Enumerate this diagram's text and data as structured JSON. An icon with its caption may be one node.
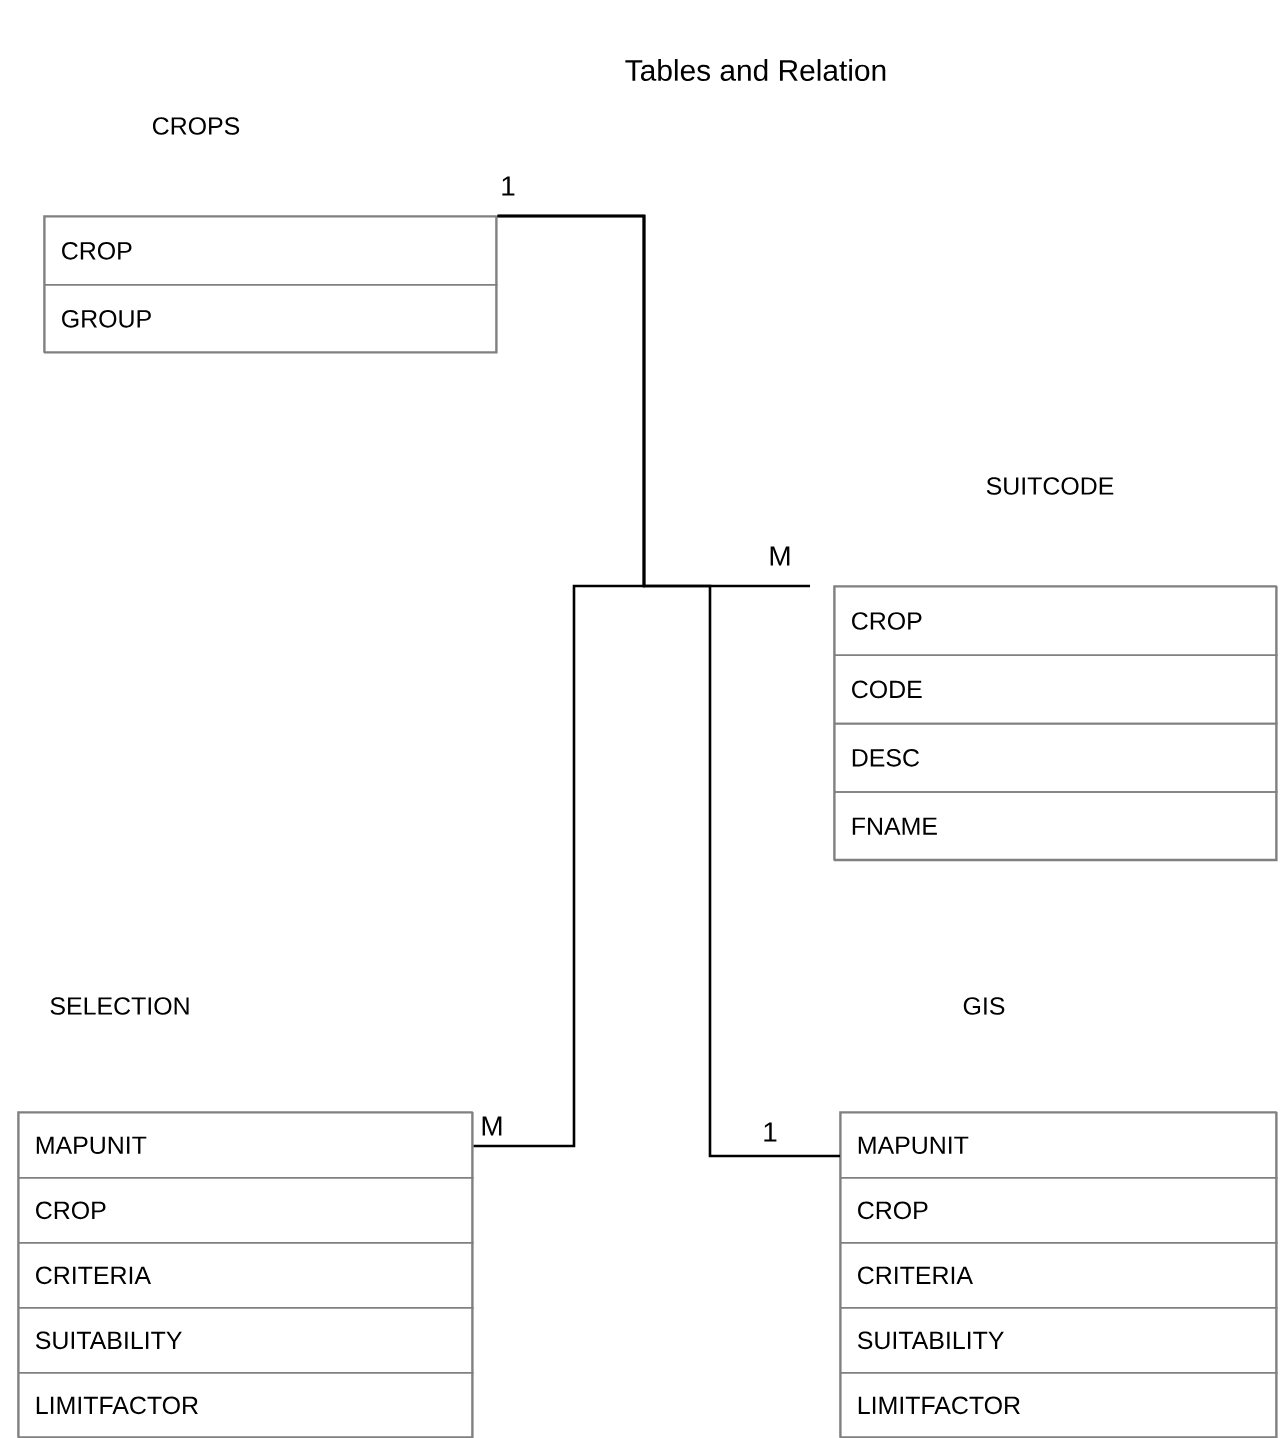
{
  "diagram": {
    "title": "Tables and Relation",
    "nodes": [
      {
        "text": [
          "CROPS"
        ]
      },
      {
        "text": [
          "CROP"
        ],
        "in": 0
      },
      {
        "text": [
          "GROUP"
        ],
        "in": 0
      },
      {
        "text": [
          "SUITCODE"
        ]
      },
      {
        "text": [
          "CROP"
        ],
        "in": 3
      },
      {
        "text": [
          "CODE"
        ],
        "in": 3
      },
      {
        "text": [
          "DESC"
        ],
        "in": 3
      },
      {
        "text": [
          "FNAME"
        ],
        "in": 3
      },
      {
        "text": [
          "SELECTION"
        ]
      },
      {
        "text": [
          "MAPUNIT"
        ],
        "in": 8
      },
      {
        "text": [
          "CROP"
        ],
        "in": 8
      },
      {
        "text": [
          "CRITERIA"
        ],
        "in": 8
      },
      {
        "text": [
          "SUITABILITY"
        ],
        "in": 8
      },
      {
        "text": [
          "LIMITFACTOR"
        ],
        "in": 8
      },
      {
        "text": [
          "GIS"
        ]
      },
      {
        "text": [
          "MAPUNIT"
        ],
        "in": 14
      },
      {
        "text": [
          "CROP"
        ],
        "in": 14
      },
      {
        "text": [
          "CRITERIA"
        ],
        "in": 14
      },
      {
        "text": [
          "SUITABILITY"
        ],
        "in": 14
      },
      {
        "text": [
          "LIMITFACTOR"
        ],
        "in": 14
      }
    ],
    "edges": [
      {
        "from": 1,
        "to": 4,
        "arrow": "none"
      },
      {
        "from": 1,
        "to": 9,
        "arrow": "none"
      },
      {
        "from": 1,
        "to": 15,
        "arrow": "none"
      }
    ],
    "labels": [
      "1",
      "M",
      "M",
      "1"
    ]
  }
}
